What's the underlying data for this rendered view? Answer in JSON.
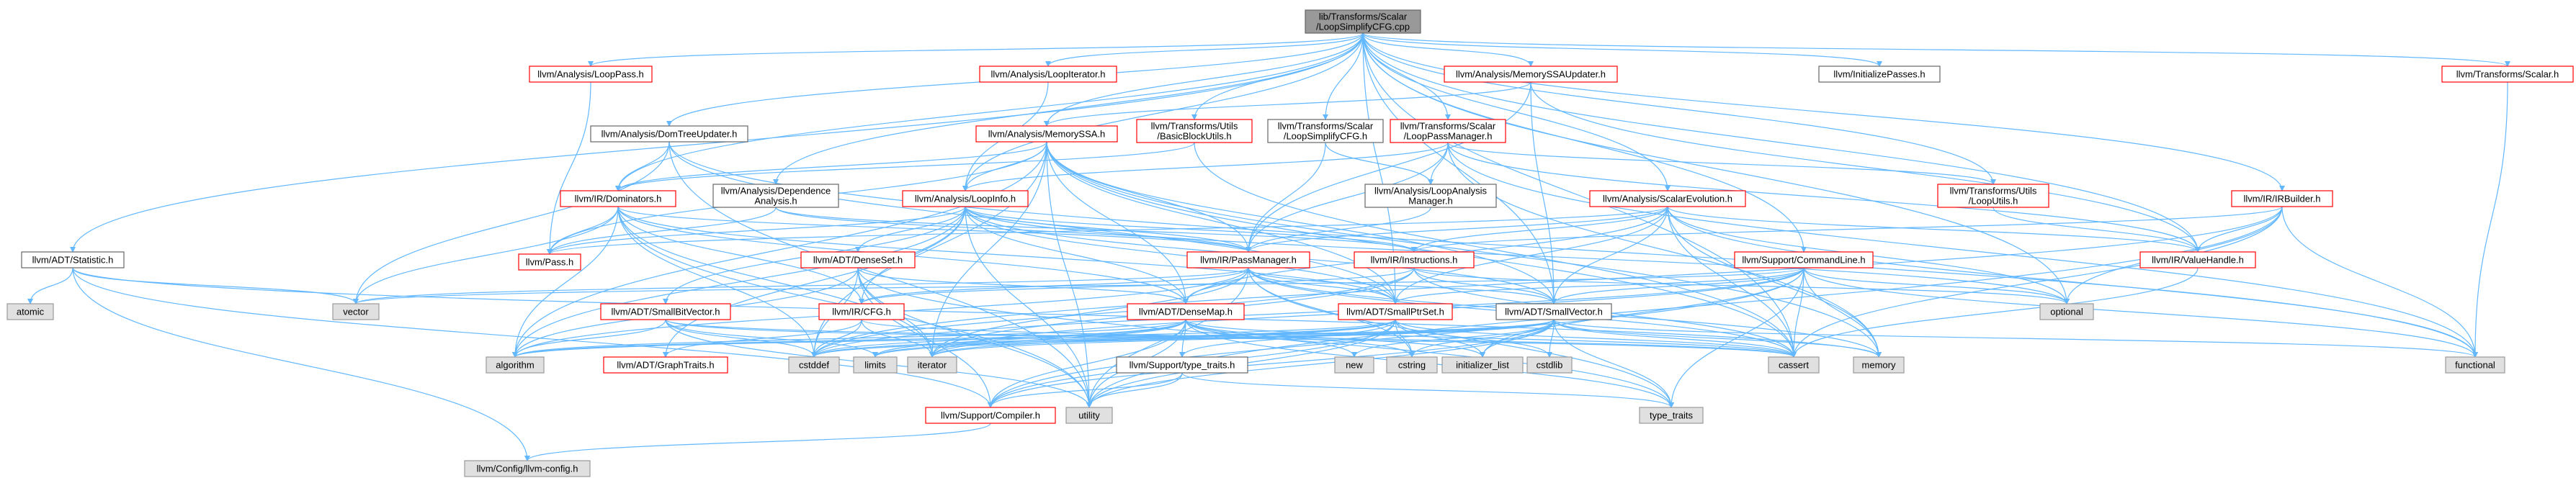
{
  "colors": {
    "edge": "#63b8ff",
    "root_fill": "#999999",
    "root_border": "#666666",
    "red_border": "#ff0000",
    "normal_border": "#666666",
    "system_fill": "#e0e0e0",
    "system_border": "#999999",
    "node_fill": "#ffffff"
  },
  "nodes": {
    "root": {
      "lines": [
        "lib/Transforms/Scalar",
        "/LoopSimplifyCFG.cpp"
      ],
      "style": "root"
    },
    "looppass": {
      "lines": [
        "llvm/Analysis/LoopPass.h"
      ],
      "style": "red"
    },
    "loopiterator": {
      "lines": [
        "llvm/Analysis/LoopIterator.h"
      ],
      "style": "red"
    },
    "memoryssaupdater": {
      "lines": [
        "llvm/Analysis/MemorySSAUpdater.h"
      ],
      "style": "red"
    },
    "initializepasses": {
      "lines": [
        "llvm/InitializePasses.h"
      ],
      "style": "normal"
    },
    "transformsscalar": {
      "lines": [
        "llvm/Transforms/Scalar.h"
      ],
      "style": "red"
    },
    "domtreeupdater": {
      "lines": [
        "llvm/Analysis/DomTreeUpdater.h"
      ],
      "style": "normal"
    },
    "memoryssa": {
      "lines": [
        "llvm/Analysis/MemorySSA.h"
      ],
      "style": "red"
    },
    "basicblockutils": {
      "lines": [
        "llvm/Transforms/Utils",
        "/BasicBlockUtils.h"
      ],
      "style": "red"
    },
    "loopsimplifycfg": {
      "lines": [
        "llvm/Transforms/Scalar",
        "/LoopSimplifyCFG.h"
      ],
      "style": "normal"
    },
    "looppassmanager": {
      "lines": [
        "llvm/Transforms/Scalar",
        "/LoopPassManager.h"
      ],
      "style": "red"
    },
    "dominators": {
      "lines": [
        "llvm/IR/Dominators.h"
      ],
      "style": "red"
    },
    "dependence": {
      "lines": [
        "llvm/Analysis/Dependence",
        "Analysis.h"
      ],
      "style": "normal"
    },
    "loopinfo": {
      "lines": [
        "llvm/Analysis/LoopInfo.h"
      ],
      "style": "red"
    },
    "loopanalysismanager": {
      "lines": [
        "llvm/Analysis/LoopAnalysis",
        "Manager.h"
      ],
      "style": "normal"
    },
    "scalarevolution": {
      "lines": [
        "llvm/Analysis/ScalarEvolution.h"
      ],
      "style": "red"
    },
    "looputils": {
      "lines": [
        "llvm/Transforms/Utils",
        "/LoopUtils.h"
      ],
      "style": "red"
    },
    "irbuilder": {
      "lines": [
        "llvm/IR/IRBuilder.h"
      ],
      "style": "red"
    },
    "statistic": {
      "lines": [
        "llvm/ADT/Statistic.h"
      ],
      "style": "normal"
    },
    "pass": {
      "lines": [
        "llvm/Pass.h"
      ],
      "style": "red"
    },
    "densesetx": {
      "lines": [
        "llvm/ADT/DenseSet.h"
      ],
      "style": "red"
    },
    "passmanager": {
      "lines": [
        "llvm/IR/PassManager.h"
      ],
      "style": "red"
    },
    "instructions": {
      "lines": [
        "llvm/IR/Instructions.h"
      ],
      "style": "red"
    },
    "commandline": {
      "lines": [
        "llvm/Support/CommandLine.h"
      ],
      "style": "red"
    },
    "valuehandle": {
      "lines": [
        "llvm/IR/ValueHandle.h"
      ],
      "style": "red"
    },
    "atomic": {
      "lines": [
        "atomic"
      ],
      "style": "system"
    },
    "vector": {
      "lines": [
        "vector"
      ],
      "style": "system"
    },
    "optional": {
      "lines": [
        "optional"
      ],
      "style": "system"
    },
    "smallbitvector": {
      "lines": [
        "llvm/ADT/SmallBitVector.h"
      ],
      "style": "red"
    },
    "cfg": {
      "lines": [
        "llvm/IR/CFG.h"
      ],
      "style": "red"
    },
    "densemap": {
      "lines": [
        "llvm/ADT/DenseMap.h"
      ],
      "style": "red"
    },
    "smallptrset": {
      "lines": [
        "llvm/ADT/SmallPtrSet.h"
      ],
      "style": "red"
    },
    "smallvector": {
      "lines": [
        "llvm/ADT/SmallVector.h"
      ],
      "style": "normal"
    },
    "algorithm": {
      "lines": [
        "algorithm"
      ],
      "style": "system"
    },
    "cstddef": {
      "lines": [
        "cstddef"
      ],
      "style": "system"
    },
    "limits": {
      "lines": [
        "limits"
      ],
      "style": "system"
    },
    "iterator": {
      "lines": [
        "iterator"
      ],
      "style": "system"
    },
    "graphtraits": {
      "lines": [
        "llvm/ADT/GraphTraits.h"
      ],
      "style": "red"
    },
    "typetraits_h": {
      "lines": [
        "llvm/Support/type_traits.h"
      ],
      "style": "normal"
    },
    "new": {
      "lines": [
        "new"
      ],
      "style": "system"
    },
    "cstring": {
      "lines": [
        "cstring"
      ],
      "style": "system"
    },
    "initializer_list": {
      "lines": [
        "initializer_list"
      ],
      "style": "system"
    },
    "cstdlib": {
      "lines": [
        "cstdlib"
      ],
      "style": "system"
    },
    "cassert": {
      "lines": [
        "cassert"
      ],
      "style": "system"
    },
    "memory": {
      "lines": [
        "memory"
      ],
      "style": "system"
    },
    "functional": {
      "lines": [
        "functional"
      ],
      "style": "system"
    },
    "compiler": {
      "lines": [
        "llvm/Support/Compiler.h"
      ],
      "style": "red"
    },
    "utility": {
      "lines": [
        "utility"
      ],
      "style": "system"
    },
    "type_traits": {
      "lines": [
        "type_traits"
      ],
      "style": "system"
    },
    "llvmconfig": {
      "lines": [
        "llvm/Config/llvm-config.h"
      ],
      "style": "system"
    }
  },
  "edges": [
    [
      "root",
      "looppass"
    ],
    [
      "root",
      "loopiterator"
    ],
    [
      "root",
      "memoryssaupdater"
    ],
    [
      "root",
      "initializepasses"
    ],
    [
      "root",
      "transformsscalar"
    ],
    [
      "root",
      "domtreeupdater"
    ],
    [
      "root",
      "memoryssa"
    ],
    [
      "root",
      "basicblockutils"
    ],
    [
      "root",
      "loopsimplifycfg"
    ],
    [
      "root",
      "looppassmanager"
    ],
    [
      "root",
      "dominators"
    ],
    [
      "root",
      "dependence"
    ],
    [
      "root",
      "loopinfo"
    ],
    [
      "root",
      "scalarevolution"
    ],
    [
      "root",
      "looputils"
    ],
    [
      "root",
      "irbuilder"
    ],
    [
      "root",
      "statistic"
    ],
    [
      "root",
      "commandline"
    ],
    [
      "root",
      "valuehandle"
    ],
    [
      "root",
      "smallptrset"
    ],
    [
      "root",
      "smallvector"
    ],
    [
      "root",
      "cassert"
    ],
    [
      "root",
      "optional"
    ],
    [
      "looppass",
      "pass"
    ],
    [
      "loopiterator",
      "loopinfo"
    ],
    [
      "memoryssaupdater",
      "memoryssa"
    ],
    [
      "memoryssaupdater",
      "smallvector"
    ],
    [
      "memoryssaupdater",
      "valuehandle"
    ],
    [
      "memoryssaupdater",
      "passmanager"
    ],
    [
      "transformsscalar",
      "functional"
    ],
    [
      "domtreeupdater",
      "dominators"
    ],
    [
      "domtreeupdater",
      "smallptrset"
    ],
    [
      "domtreeupdater",
      "vector"
    ],
    [
      "domtreeupdater",
      "utility"
    ],
    [
      "domtreeupdater",
      "functional"
    ],
    [
      "memoryssa",
      "loopinfo"
    ],
    [
      "memoryssa",
      "dominators"
    ],
    [
      "memoryssa",
      "pass"
    ],
    [
      "memoryssa",
      "passmanager"
    ],
    [
      "memoryssa",
      "densemap"
    ],
    [
      "memoryssa",
      "smallptrset"
    ],
    [
      "memoryssa",
      "smallvector"
    ],
    [
      "memoryssa",
      "iterator"
    ],
    [
      "memoryssa",
      "memory"
    ],
    [
      "memoryssa",
      "utility"
    ],
    [
      "memoryssa",
      "algorithm"
    ],
    [
      "memoryssa",
      "cassert"
    ],
    [
      "memoryssa",
      "cstddef"
    ],
    [
      "basicblockutils",
      "dominators"
    ],
    [
      "basicblockutils",
      "cassert"
    ],
    [
      "loopsimplifycfg",
      "passmanager"
    ],
    [
      "loopsimplifycfg",
      "loopanalysismanager"
    ],
    [
      "looppassmanager",
      "loopanalysismanager"
    ],
    [
      "looppassmanager",
      "loopinfo"
    ],
    [
      "looppassmanager",
      "passmanager"
    ],
    [
      "looppassmanager",
      "valuehandle"
    ],
    [
      "looppassmanager",
      "memory"
    ],
    [
      "looppassmanager",
      "looputils"
    ],
    [
      "looppassmanager",
      "functional"
    ],
    [
      "dominators",
      "pass"
    ],
    [
      "dominators",
      "passmanager"
    ],
    [
      "dominators",
      "densemap"
    ],
    [
      "dominators",
      "smallptrset"
    ],
    [
      "dominators",
      "cfg"
    ],
    [
      "dominators",
      "vector"
    ],
    [
      "dominators",
      "utility"
    ],
    [
      "dominators",
      "algorithm"
    ],
    [
      "dominators",
      "cstddef"
    ],
    [
      "dominators",
      "iterator"
    ],
    [
      "dependence",
      "pass"
    ],
    [
      "dependence",
      "passmanager"
    ],
    [
      "dependence",
      "instructions"
    ],
    [
      "loopinfo",
      "densesetx"
    ],
    [
      "loopinfo",
      "passmanager"
    ],
    [
      "loopinfo",
      "instructions"
    ],
    [
      "loopinfo",
      "pass"
    ],
    [
      "loopinfo",
      "densemap"
    ],
    [
      "loopinfo",
      "smallptrset"
    ],
    [
      "loopinfo",
      "smallvector"
    ],
    [
      "loopinfo",
      "cfg"
    ],
    [
      "loopinfo",
      "graphtraits"
    ],
    [
      "loopinfo",
      "algorithm"
    ],
    [
      "loopinfo",
      "utility"
    ],
    [
      "loopinfo",
      "optional"
    ],
    [
      "loopinfo",
      "smallbitvector"
    ],
    [
      "loopanalysismanager",
      "passmanager"
    ],
    [
      "scalarevolution",
      "passmanager"
    ],
    [
      "scalarevolution",
      "valuehandle"
    ],
    [
      "scalarevolution",
      "densemap"
    ],
    [
      "scalarevolution",
      "smallptrset"
    ],
    [
      "scalarevolution",
      "smallvector"
    ],
    [
      "scalarevolution",
      "instructions"
    ],
    [
      "scalarevolution",
      "pass"
    ],
    [
      "scalarevolution",
      "optional"
    ],
    [
      "scalarevolution",
      "functional"
    ],
    [
      "scalarevolution",
      "memory"
    ],
    [
      "scalarevolution",
      "cassert"
    ],
    [
      "scalarevolution",
      "cstdint"
    ],
    [
      "looputils",
      "valuehandle"
    ],
    [
      "irbuilder",
      "valuehandle"
    ],
    [
      "irbuilder",
      "instructions"
    ],
    [
      "irbuilder",
      "cstddef"
    ],
    [
      "irbuilder",
      "functional"
    ],
    [
      "irbuilder",
      "optional"
    ],
    [
      "irbuilder",
      "utility"
    ],
    [
      "irbuilder",
      "cassert"
    ],
    [
      "statistic",
      "compiler"
    ],
    [
      "statistic",
      "llvmconfig"
    ],
    [
      "statistic",
      "atomic"
    ],
    [
      "statistic",
      "memory"
    ],
    [
      "statistic",
      "vector"
    ],
    [
      "densesetx",
      "densemap"
    ],
    [
      "densesetx",
      "type_traits"
    ],
    [
      "densesetx",
      "compiler"
    ],
    [
      "densesetx",
      "cstddef"
    ],
    [
      "densesetx",
      "iterator"
    ],
    [
      "densesetx",
      "utility"
    ],
    [
      "densesetx",
      "algorithm"
    ],
    [
      "passmanager",
      "densemap"
    ],
    [
      "passmanager",
      "smallptrset"
    ],
    [
      "passmanager",
      "smallvector"
    ],
    [
      "passmanager",
      "type_traits"
    ],
    [
      "passmanager",
      "cassert"
    ],
    [
      "passmanager",
      "cstring"
    ],
    [
      "passmanager",
      "iterator"
    ],
    [
      "passmanager",
      "memory"
    ],
    [
      "passmanager",
      "utility"
    ],
    [
      "passmanager",
      "vector"
    ],
    [
      "passmanager",
      "algorithm"
    ],
    [
      "passmanager",
      "cfg"
    ],
    [
      "instructions",
      "smallvector"
    ],
    [
      "instructions",
      "cfg"
    ],
    [
      "instructions",
      "cassert"
    ],
    [
      "instructions",
      "cstddef"
    ],
    [
      "instructions",
      "iterator"
    ],
    [
      "instructions",
      "optional"
    ],
    [
      "commandline",
      "smallptrset"
    ],
    [
      "commandline",
      "smallvector"
    ],
    [
      "commandline",
      "compiler"
    ],
    [
      "commandline",
      "cassert"
    ],
    [
      "commandline",
      "functional"
    ],
    [
      "commandline",
      "initializer_list"
    ],
    [
      "commandline",
      "type_traits"
    ],
    [
      "commandline",
      "vector"
    ],
    [
      "commandline",
      "optional"
    ],
    [
      "commandline",
      "cstddef"
    ],
    [
      "commandline",
      "iterator"
    ],
    [
      "commandline",
      "memory"
    ],
    [
      "valuehandle",
      "cassert"
    ],
    [
      "smallbitvector",
      "smallvector"
    ],
    [
      "smallbitvector",
      "algorithm"
    ],
    [
      "smallbitvector",
      "cassert"
    ],
    [
      "smallbitvector",
      "cstddef"
    ],
    [
      "smallbitvector",
      "limits"
    ],
    [
      "smallbitvector",
      "utility"
    ],
    [
      "cfg",
      "iterator"
    ],
    [
      "cfg",
      "cassert"
    ],
    [
      "cfg",
      "cstddef"
    ],
    [
      "cfg",
      "graphtraits"
    ],
    [
      "densemap",
      "typetraits_h"
    ],
    [
      "densemap",
      "compiler"
    ],
    [
      "densemap",
      "algorithm"
    ],
    [
      "densemap",
      "cassert"
    ],
    [
      "densemap",
      "cstddef"
    ],
    [
      "densemap",
      "cstring"
    ],
    [
      "densemap",
      "initializer_list"
    ],
    [
      "densemap",
      "iterator"
    ],
    [
      "densemap",
      "new"
    ],
    [
      "densemap",
      "type_traits"
    ],
    [
      "densemap",
      "utility"
    ],
    [
      "densemap",
      "limits"
    ],
    [
      "smallptrset",
      "typetraits_h"
    ],
    [
      "smallptrset",
      "compiler"
    ],
    [
      "smallptrset",
      "cassert"
    ],
    [
      "smallptrset",
      "cstddef"
    ],
    [
      "smallptrset",
      "cstdlib"
    ],
    [
      "smallptrset",
      "cstring"
    ],
    [
      "smallptrset",
      "initializer_list"
    ],
    [
      "smallptrset",
      "iterator"
    ],
    [
      "smallptrset",
      "utility"
    ],
    [
      "smallptrset",
      "algorithm"
    ],
    [
      "smallptrset",
      "limits"
    ],
    [
      "smallvector",
      "compiler"
    ],
    [
      "smallvector",
      "algorithm"
    ],
    [
      "smallvector",
      "cassert"
    ],
    [
      "smallvector",
      "cstddef"
    ],
    [
      "smallvector",
      "cstdlib"
    ],
    [
      "smallvector",
      "cstring"
    ],
    [
      "smallvector",
      "functional"
    ],
    [
      "smallvector",
      "initializer_list"
    ],
    [
      "smallvector",
      "iterator"
    ],
    [
      "smallvector",
      "limits"
    ],
    [
      "smallvector",
      "memory"
    ],
    [
      "smallvector",
      "new"
    ],
    [
      "smallvector",
      "type_traits"
    ],
    [
      "smallvector",
      "utility"
    ],
    [
      "typetraits_h",
      "utility"
    ],
    [
      "typetraits_h",
      "type_traits"
    ],
    [
      "typetraits_h",
      "compiler"
    ],
    [
      "compiler",
      "llvmconfig"
    ]
  ]
}
